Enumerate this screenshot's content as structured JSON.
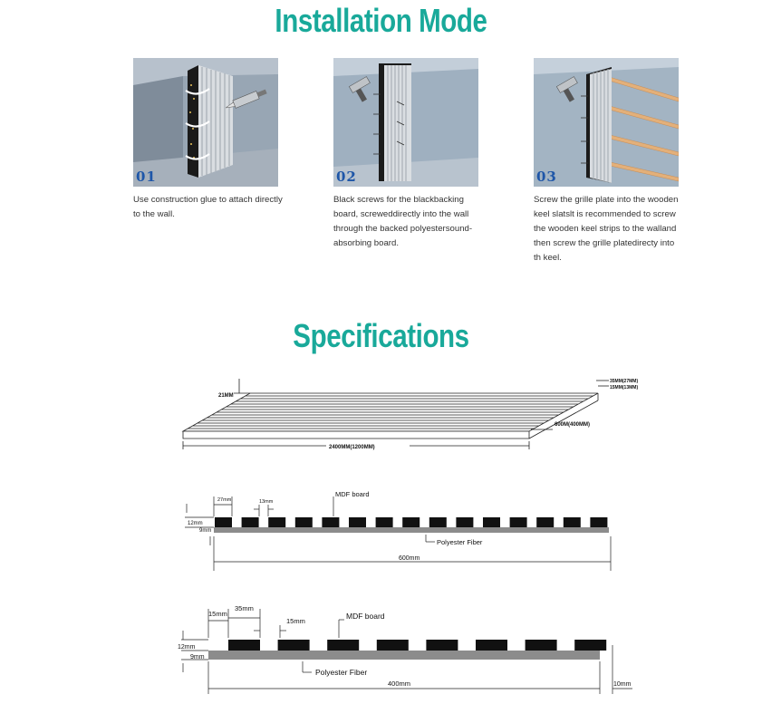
{
  "installation": {
    "title": "Installation Mode",
    "steps": [
      {
        "number": "01",
        "text": "Use construction glue to attach directly to the wall."
      },
      {
        "number": "02",
        "text": "Black screws for the blackbacking board, screweddirectly into the wall through the backed polyestersound-absorbing board."
      },
      {
        "number": "03",
        "text": "Screw the grille plate into the wooden keel slatslt is recommended to screw the wooden keel strips to the walland then screw the grille platedirecty into th keel."
      }
    ]
  },
  "specifications": {
    "title": "Specifications",
    "panel_view": {
      "height_label": "21MM",
      "length_label": "2400MM(1200MM)",
      "width_label": "600M(400MM)",
      "slat_width_label": "35MM(27MM)",
      "gap_label": "15MM(13MM)"
    },
    "section_600": {
      "slat_label": "27mm",
      "gap_label": "13mm",
      "mdf_label": "MDF board",
      "slat_height_label": "12mm",
      "base_height_label": "9mm",
      "fiber_label": "Polyester Fiber",
      "width_label": "600mm"
    },
    "section_400": {
      "edge_label": "15mm",
      "slat_label": "35mm",
      "gap_label": "15mm",
      "mdf_label": "MDF board",
      "slat_height_label": "12mm",
      "base_height_label": "9mm",
      "fiber_label": "Polyester Fiber",
      "width_label": "400mm",
      "side_label": "10mm"
    }
  }
}
